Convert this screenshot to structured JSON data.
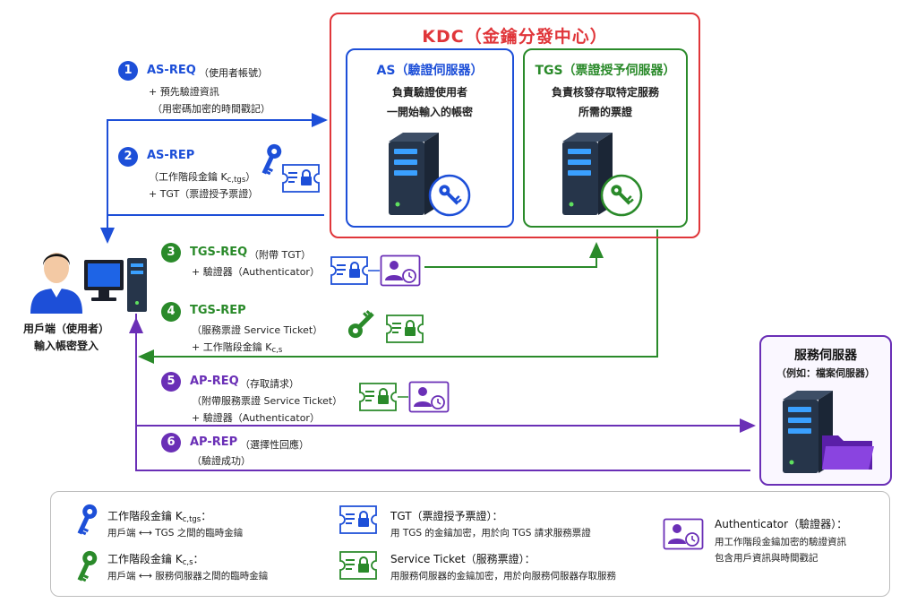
{
  "kdc": {
    "title": "KDC（金鑰分發中心）",
    "as": {
      "title": "AS（驗證伺服器）",
      "desc": [
        "負責驗證使用者",
        "一開始輸入的帳密"
      ]
    },
    "tgs": {
      "title": "TGS（票證授予伺服器）",
      "desc": [
        "負責核發存取特定服務",
        "所需的票證"
      ]
    }
  },
  "service_server": {
    "title": "服務伺服器",
    "subtitle": "（例如：檔案伺服器）"
  },
  "client": {
    "line1": "用戶端（使用者）",
    "line2": "輸入帳密登入"
  },
  "messages": [
    {
      "num": "1",
      "title": "AS-REQ",
      "head": "（使用者帳號）",
      "lines": [
        "+ 預先驗證資訊",
        "（用密碼加密的時間戳記）"
      ]
    },
    {
      "num": "2",
      "title": "AS-REP",
      "head": "",
      "lines_pre": "（工作階段金鑰 K",
      "lines_sub": "c,tgs",
      "lines_post": "）",
      "line2": "+ TGT（票證授予票證）"
    },
    {
      "num": "3",
      "title": "TGS-REQ",
      "head": "（附帶 TGT）",
      "lines": [
        "+ 驗證器（Authenticator）"
      ]
    },
    {
      "num": "4",
      "title": "TGS-REP",
      "head": "",
      "line1": "（服務票證 Service Ticket）",
      "line2_pre": "+ 工作階段金鑰 K",
      "line2_sub": "c,s"
    },
    {
      "num": "5",
      "title": "AP-REQ",
      "head": "（存取請求）",
      "lines": [
        "（附帶服務票證 Service Ticket）",
        "+ 驗證器（Authenticator）"
      ]
    },
    {
      "num": "6",
      "title": "AP-REP",
      "head": "（選擇性回應）",
      "lines": [
        "（驗證成功）"
      ]
    }
  ],
  "legend": {
    "key_tgs": {
      "title_pre": "工作階段金鑰 K",
      "title_sub": "c,tgs",
      "title_post": "：",
      "desc": "用戶端 ⟷ TGS 之間的臨時金鑰"
    },
    "key_s": {
      "title_pre": "工作階段金鑰 K",
      "title_sub": "c,s",
      "title_post": "：",
      "desc": "用戶端 ⟷ 服務伺服器之間的臨時金鑰"
    },
    "tgt": {
      "title": "TGT（票證授予票證）：",
      "desc": "用 TGS 的金鑰加密，用於向 TGS 請求服務票證"
    },
    "ticket": {
      "title": "Service Ticket（服務票證）：",
      "desc": "用服務伺服器的金鑰加密，用於向服務伺服器存取服務"
    },
    "auth": {
      "title": "Authenticator（驗證器）：",
      "desc": [
        "用工作階段金鑰加密的驗證資訊",
        "包含用戶資訊與時間戳記"
      ]
    }
  },
  "colors": {
    "blue": "#1d4fd8",
    "green": "#2a8a2a",
    "purple": "#6a2fb6",
    "red": "#e0363a",
    "server": "#26354a"
  },
  "icons": [
    "user-icon",
    "computer-icon",
    "server-icon",
    "key-icon",
    "ticket-icon",
    "authenticator-icon",
    "folder-icon"
  ]
}
